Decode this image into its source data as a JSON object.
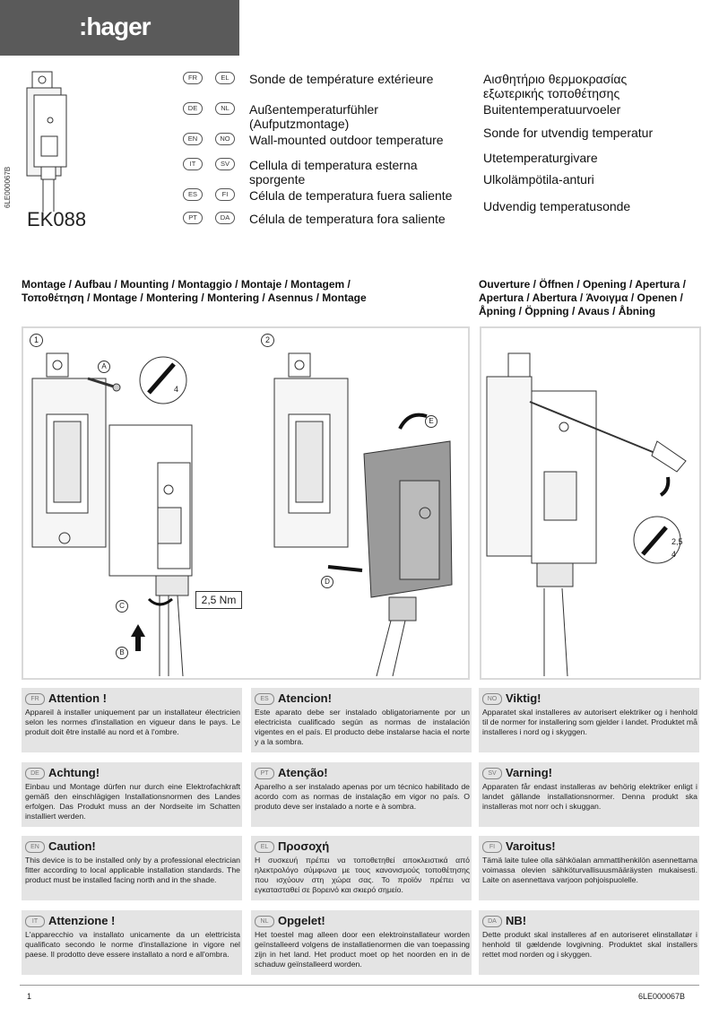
{
  "header": {
    "brand": ":hager",
    "side_code": "6LE000067B",
    "product_code": "EK088"
  },
  "languages": [
    {
      "codes": [
        "FR",
        "EL"
      ],
      "left": "Sonde de température extérieure",
      "right": "Αισθητήριο θερμοκρασίας εξωτερικής τοποθέτησης"
    },
    {
      "codes": [
        "DE",
        "NL"
      ],
      "left": "Außentemperaturfühler (Aufputzmontage)",
      "right": "Buitentemperatuurvoeler"
    },
    {
      "codes": [
        "EN",
        "NO"
      ],
      "left": "Wall-mounted outdoor temperature",
      "right": "Sonde for utvendig temperatur"
    },
    {
      "codes": [
        "IT",
        "SV"
      ],
      "left": "Cellula di temperatura esterna sporgente",
      "right": "Utetemperaturgivare"
    },
    {
      "codes": [
        "ES",
        "FI"
      ],
      "left": "Célula de temperatura fuera saliente",
      "right": "Ulkolämpötila-anturi"
    },
    {
      "codes": [
        "PT",
        "DA"
      ],
      "left": "Célula de temperatura fora saliente",
      "right": "Udvendig temperatusonde"
    }
  ],
  "sections": {
    "mounting_title": "Montage / Aufbau / Mounting / Montaggio / Montaje / Montagem / Τοποθέτηση / Montage / Montering / Montering / Asennus / Montage",
    "opening_title": "Ouverture / Öffnen / Opening / Apertura / Apertura / Abertura / Άνοιγμα / Openen / Åpning / Öppning / Avaus / Åbning"
  },
  "figures": {
    "step1": "1",
    "step2": "2",
    "callout_a": "A",
    "callout_b": "B",
    "callout_c": "C",
    "callout_d": "D",
    "callout_e": "E",
    "torque": "2,5 Nm",
    "screw_size": "4",
    "blade_size": "2,5",
    "blade_size2": "4"
  },
  "warnings": [
    {
      "code": "FR",
      "title": "Attention !",
      "text": "Appareil à installer uniquement par un installateur électricien selon les normes d'installation en vigueur dans le pays. Le produit doit être installé au nord et à l'ombre."
    },
    {
      "code": "ES",
      "title": "Atencion!",
      "text": "Este aparato debe ser instalado obligatoriamente por un electricista cualificado según as normas de instalación vigentes en el país. El producto debe instalarse hacia el norte y a la sombra."
    },
    {
      "code": "NO",
      "title": "Viktig!",
      "text": "Apparatet skal installeres av autorisert elektriker og i henhold til de normer for installering som gjelder i landet. Produktet må installeres i nord og i skyggen."
    },
    {
      "code": "DE",
      "title": "Achtung!",
      "text": "Einbau und Montage dürfen nur durch eine Elektrofachkraft gemäß den einschlägigen Installationsnormen des Landes erfolgen. Das Produkt muss an der Nordseite im Schatten installiert werden."
    },
    {
      "code": "PT",
      "title": "Atenção!",
      "text": "Aparelho a ser instalado apenas por um técnico habilitado de acordo com as normas de instalação em vigor no país. O produto deve ser instalado a norte e à sombra."
    },
    {
      "code": "SV",
      "title": "Varning!",
      "text": "Apparaten får endast installeras av behörig elektriker enligt i landet gällande installationsnormer. Denna produkt ska installeras mot norr och i skuggan."
    },
    {
      "code": "EN",
      "title": "Caution!",
      "text": "This device is to be installed only by a professional electrician fitter according to local applicable installation standards. The product must be installed facing north and in the shade."
    },
    {
      "code": "EL",
      "title": "Προσοχή",
      "text": "Η συσκευή πρέπει να τοποθετηθεί αποκλειστικά από ηλεκτρολόγο σύμφωνα με τους κανονισμούς τοποθέτησης που ισχύουν στη χώρα σας. Το προϊόν πρέπει να εγκατασταθεί σε βορεινό και σκιερό σημείο."
    },
    {
      "code": "FI",
      "title": "Varoitus!",
      "text": "Tämä laite tulee olla sähköalan ammattihenkilön asennettama voimassa olevien sähköturvallisuusmääräysten mukaisesti. Laite on asennettava varjoon pohjoispuolelle."
    },
    {
      "code": "IT",
      "title": "Attenzione !",
      "text": "L'apparecchio va installato unicamente da un elettricista qualificato secondo le norme d'installazione in vigore nel paese. Il prodotto deve essere installato a nord e all'ombra."
    },
    {
      "code": "NL",
      "title": "Opgelet!",
      "text": "Het toestel mag alleen door een elektroinstallateur worden geïnstalleerd volgens de installatienormen die van toepassing zijn in het land. Het product moet op het noorden en in de schaduw geïnstalleerd worden."
    },
    {
      "code": "DA",
      "title": "NB!",
      "text": "Dette produkt skal installeres af en autoriseret elinstallatør i henhold til gældende lovgivning. Produktet skal installers rettet mod norden og i skyggen."
    }
  ],
  "footer": {
    "page": "1",
    "code": "6LE000067B"
  },
  "colors": {
    "logo_band": "#5a5a5a",
    "warning_bg": "#e4e4e4",
    "panel_border": "#d9d9d9"
  }
}
